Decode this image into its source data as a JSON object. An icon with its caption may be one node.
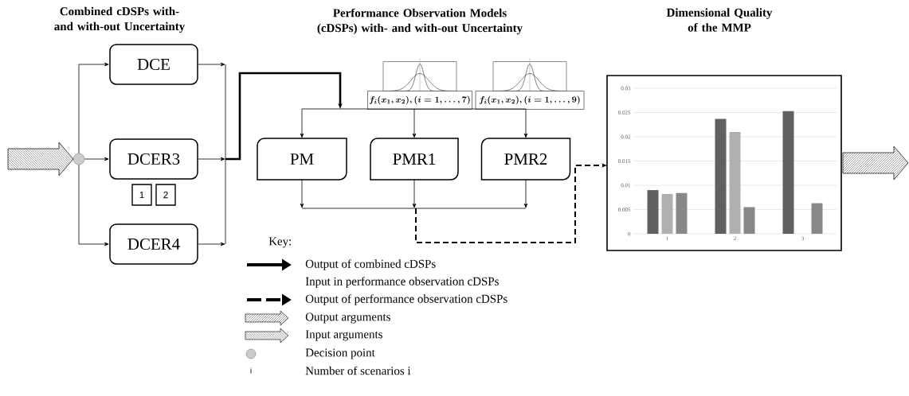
{
  "diagram": {
    "nodes": [
      {
        "text": [],
        "shape": "circle"
      },
      {
        "text": [
          "DCE"
        ]
      },
      {
        "text": [
          "DCER3"
        ]
      },
      {
        "text": [
          "1"
        ]
      },
      {
        "text": [
          "2"
        ]
      },
      {
        "text": [
          "DCER4"
        ]
      },
      {
        "text": [
          "PM"
        ]
      },
      {
        "text": [
          "PMR1"
        ]
      },
      {
        "text": [
          "PMR2"
        ]
      },
      {
        "text": [
          "f_{i}(x_{1},x_{2}),(i=1,\\ldots,7)"
        ]
      },
      {
        "text": [
          "f_{i}(x_{1},x_{2}),(i=1,\\ldots,9)"
        ]
      },
      {
        "text": [],
        "shape": "box"
      }
    ],
    "edges": [
      {
        "from": null,
        "to": 0,
        "arrow": "to"
      },
      {
        "from": 0,
        "to": 1,
        "arrow": "to"
      },
      {
        "from": 0,
        "to": 2,
        "arrow": "to"
      },
      {
        "from": 0,
        "to": 5,
        "arrow": "to"
      },
      {
        "from": 1,
        "to": 6,
        "arrow": "to"
      },
      {
        "from": 1,
        "to": 7,
        "arrow": "to"
      },
      {
        "from": 1,
        "to": 8,
        "arrow": "to"
      },
      {
        "from": 2,
        "to": 6,
        "arrow": "to"
      },
      {
        "from": 2,
        "to": 7,
        "arrow": "to"
      },
      {
        "from": 2,
        "to": 8,
        "arrow": "to"
      },
      {
        "from": 5,
        "to": 6,
        "arrow": "to"
      },
      {
        "from": 5,
        "to": 7,
        "arrow": "to"
      },
      {
        "from": 5,
        "to": 8,
        "arrow": "to"
      },
      {
        "from": 9,
        "to": 7,
        "arrow": "to"
      },
      {
        "from": 10,
        "to": 8,
        "arrow": "to"
      },
      {
        "from": 6,
        "to": 11,
        "arrow": "to",
        "style": "dashed"
      },
      {
        "from": 7,
        "to": 11,
        "arrow": "to",
        "style": "dashed"
      },
      {
        "from": 8,
        "to": 11,
        "arrow": "to",
        "style": "dashed"
      },
      {
        "from": 11,
        "to": null,
        "arrow": "to"
      }
    ],
    "labels": [
      "Combined cDSPs with- and with-out Uncertainty",
      "Performance Observation Models (cDSPs) with- and with-out Uncertainty",
      "Dimensional Quality of the MMP",
      "Key:",
      "i"
    ],
    "legend": [
      {
        "text": "Output of combined cDSPs"
      },
      {
        "text": "Input in performance observation cDSPs"
      },
      {
        "text": "Output of performance observation cDSPs"
      },
      {
        "text": "Output arguments"
      },
      {
        "text": "Input arguments"
      },
      {
        "text": "Decision point"
      },
      {
        "text": "Number of scenarios i"
      }
    ],
    "chart_data": {
      "type": "bar",
      "categories": [
        "1",
        "2",
        "3"
      ],
      "series": [
        {
          "color": "#606060",
          "values": [
            0.009,
            0.0237,
            0.0253
          ]
        },
        {
          "color": "#b0b0b0",
          "values": [
            0.0082,
            0.021,
            null
          ]
        },
        {
          "color": "#888888",
          "values": [
            0.0084,
            0.0055,
            0.0063
          ]
        }
      ],
      "grid": true,
      "ylim": [
        0,
        0.03
      ],
      "yticks": [
        0,
        0.005,
        0.01,
        0.015,
        0.02,
        0.025,
        0.03
      ]
    }
  }
}
